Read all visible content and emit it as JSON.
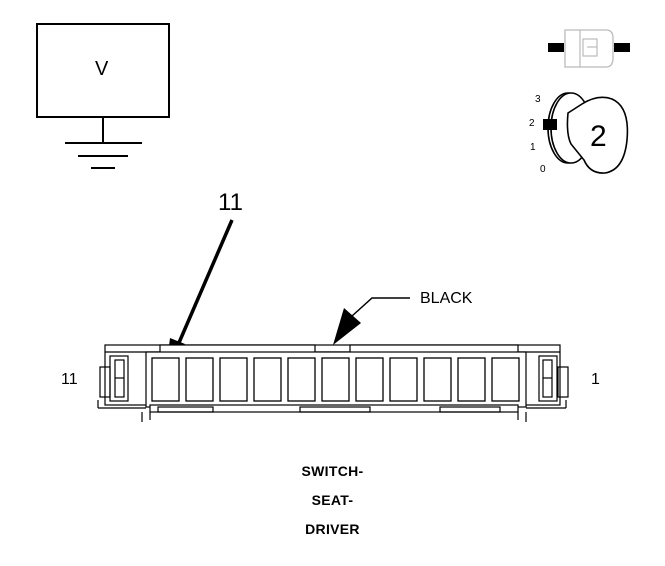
{
  "voltmeter": {
    "label": "V"
  },
  "ignition": {
    "positions": [
      "3",
      "2",
      "1",
      "0"
    ],
    "key_position": "2"
  },
  "connector": {
    "pin_callout": "11",
    "color_label": "BLACK",
    "left_end_pin": "11",
    "right_end_pin": "1"
  },
  "component_name": [
    "SWITCH-",
    "SEAT-",
    "DRIVER"
  ]
}
